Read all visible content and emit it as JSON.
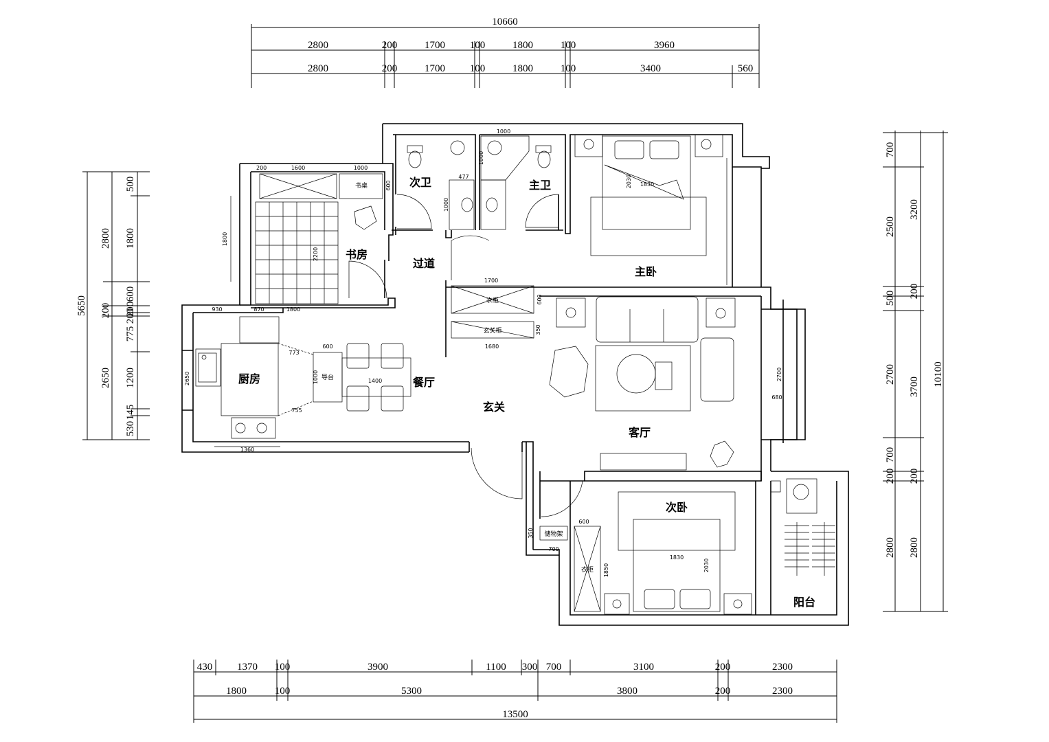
{
  "dimensions": {
    "top": {
      "total": "10660",
      "row1": [
        "2800",
        "200",
        "1700",
        "100",
        "1800",
        "100",
        "3960"
      ],
      "row2": [
        "2800",
        "200",
        "1700",
        "100",
        "1800",
        "100",
        "3400",
        "560"
      ]
    },
    "bottom": {
      "row1": [
        "430",
        "1370",
        "100",
        "3900",
        "1100",
        "300",
        "700",
        "3100",
        "200",
        "2300"
      ],
      "row2": [
        "1800",
        "100",
        "5300",
        "3800",
        "200",
        "2300"
      ],
      "total": "13500"
    },
    "left": {
      "total": "5650",
      "col1": [
        "2800",
        "200",
        "2650"
      ],
      "col2": [
        "500",
        "1800",
        "600",
        "200",
        "200",
        "775",
        "1200",
        "145",
        "530"
      ]
    },
    "right": {
      "total": "10100",
      "col1": [
        "700",
        "2500",
        "500",
        "2700",
        "700",
        "200",
        "2800"
      ],
      "col2": [
        "3200",
        "200",
        "3700",
        "200",
        "2800"
      ]
    }
  },
  "rooms": {
    "study": "书房",
    "second_bath": "次卫",
    "master_bath": "主卫",
    "corridor": "过道",
    "master_bedroom": "主卧",
    "kitchen": "厨房",
    "dining": "餐厅",
    "entrance": "玄关",
    "living": "客厅",
    "second_bedroom": "次卧",
    "balcony": "阳台"
  },
  "furniture": {
    "desk": "书桌",
    "wardrobe": "衣柜",
    "shoe_cabinet": "玄关柜",
    "island": "导台",
    "storage_rack": "储物架",
    "wardrobe2": "衣柜"
  },
  "small_dims": {
    "study_a": "200",
    "study_b": "1600",
    "study_c": "1000",
    "study_d": "600",
    "study_side": "1800",
    "study_bed": "2200",
    "bath_top": "1000",
    "bath_477": "477",
    "bath_sink": "1000",
    "bath_side": "1000",
    "mbed_w": "1830",
    "mbed_h": "2030",
    "kit_930": "930",
    "kit_870": "870",
    "kit_1800": "1800",
    "kit_2650": "2650",
    "kit_773": "773",
    "kit_755": "755",
    "kit_1360": "1360",
    "dining_600": "600",
    "dining_1000": "1000",
    "dining_1400": "1400",
    "ward_1700": "1700",
    "ward_600": "600",
    "ward_350": "350",
    "ward_1680": "1680",
    "living_2700": "2700",
    "living_680": "680",
    "sb_600": "600",
    "sb_350": "350",
    "sb_700": "700",
    "sb_1850": "1850",
    "sb_bed_w": "1830",
    "sb_bed_h": "2030"
  }
}
